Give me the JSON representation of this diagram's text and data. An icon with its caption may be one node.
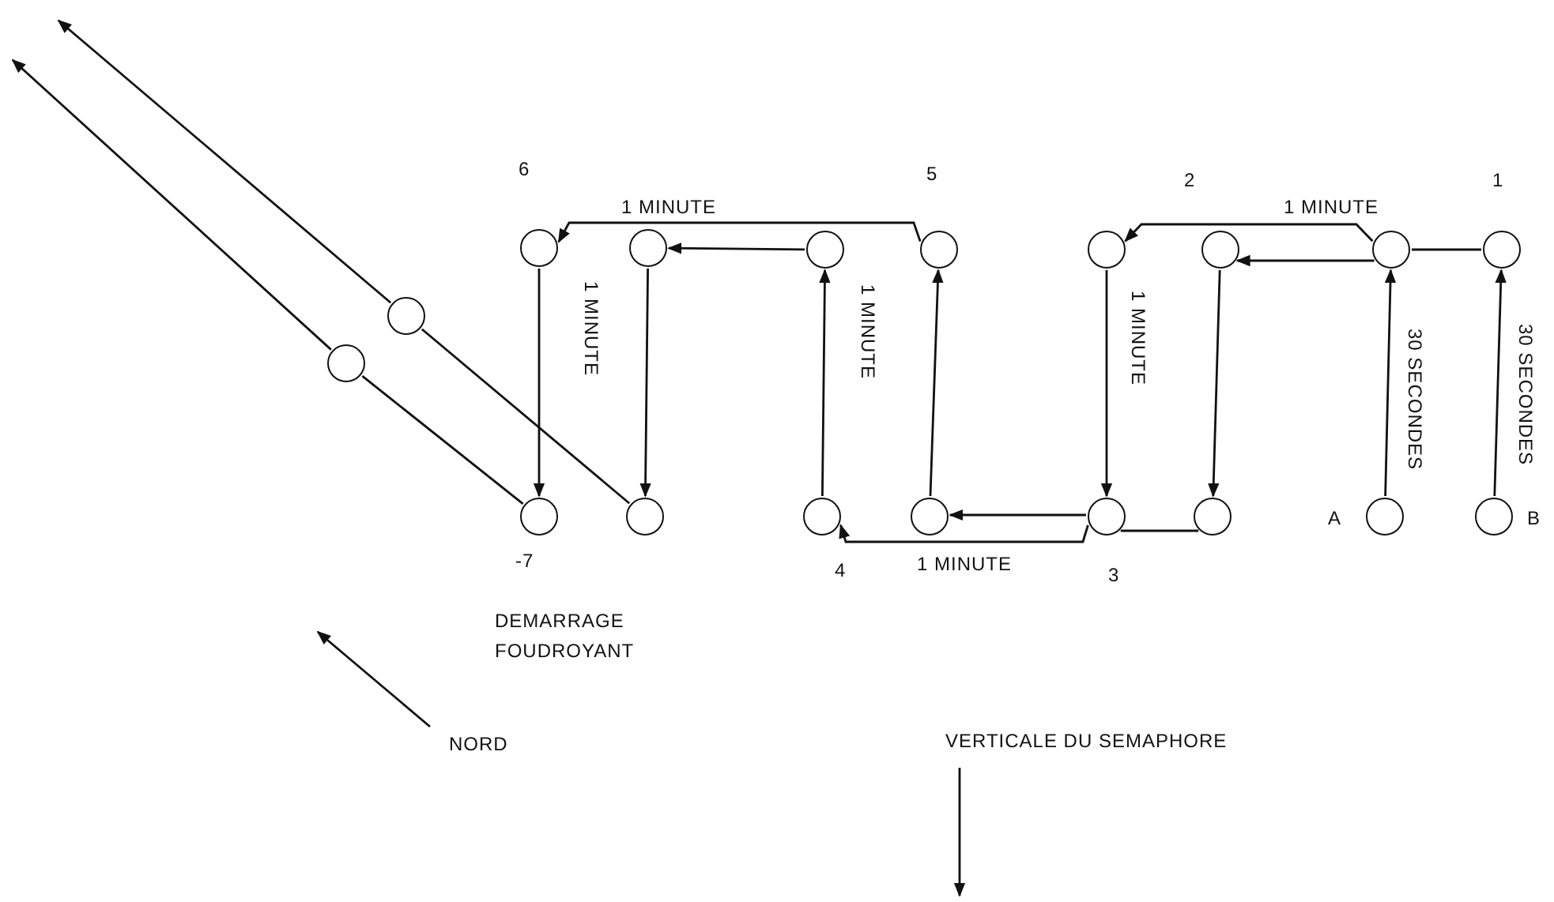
{
  "diagram": {
    "nodes": [
      {
        "text": [],
        "shape": "circle",
        "beside": [
          "6"
        ]
      },
      {
        "text": [],
        "shape": "circle"
      },
      {
        "text": [],
        "shape": "circle"
      },
      {
        "text": [],
        "shape": "circle",
        "beside": [
          "5"
        ]
      },
      {
        "text": [],
        "shape": "circle"
      },
      {
        "text": [],
        "shape": "circle",
        "beside": [
          "2"
        ]
      },
      {
        "text": [],
        "shape": "circle"
      },
      {
        "text": [],
        "shape": "circle",
        "beside": [
          "1"
        ]
      },
      {
        "text": [],
        "shape": "circle"
      },
      {
        "text": [],
        "shape": "circle"
      },
      {
        "text": [],
        "shape": "circle",
        "beside": [
          "-7",
          "DEMARRAGE FOUDROYANT"
        ]
      },
      {
        "text": [],
        "shape": "circle"
      },
      {
        "text": [],
        "shape": "circle",
        "beside": [
          "4"
        ]
      },
      {
        "text": [],
        "shape": "circle"
      },
      {
        "text": [],
        "shape": "circle",
        "beside": [
          "3"
        ]
      },
      {
        "text": [],
        "shape": "circle"
      },
      {
        "text": [],
        "shape": "circle",
        "beside": [
          "A"
        ]
      },
      {
        "text": [],
        "shape": "circle",
        "beside": [
          "B"
        ]
      }
    ],
    "edges": [
      {
        "from": 16,
        "to": 6,
        "arrow": "to",
        "label": "30 SECONDES"
      },
      {
        "from": 17,
        "to": 7,
        "arrow": "to",
        "label": "30 SECONDES"
      },
      {
        "from": 7,
        "to": 6,
        "arrow": "none"
      },
      {
        "from": 6,
        "to": 4,
        "arrow": "to",
        "label": "1 MINUTE"
      },
      {
        "from": 6,
        "to": 5,
        "arrow": "to"
      },
      {
        "from": 4,
        "to": 14,
        "arrow": "to",
        "label": "1 MINUTE"
      },
      {
        "from": 5,
        "to": 15,
        "arrow": "to"
      },
      {
        "from": 15,
        "to": 14,
        "arrow": "none"
      },
      {
        "from": 14,
        "to": 12,
        "arrow": "to",
        "label": "1 MINUTE"
      },
      {
        "from": 14,
        "to": 13,
        "arrow": "to"
      },
      {
        "from": 12,
        "to": 2,
        "arrow": "to",
        "label": "1 MINUTE"
      },
      {
        "from": 13,
        "to": 3,
        "arrow": "to"
      },
      {
        "from": 3,
        "to": 0,
        "arrow": "to",
        "label": "1 MINUTE"
      },
      {
        "from": 2,
        "to": 1,
        "arrow": "to"
      },
      {
        "from": 0,
        "to": 10,
        "arrow": "to",
        "label": "1 MINUTE"
      },
      {
        "from": 1,
        "to": 11,
        "arrow": "to"
      },
      {
        "from": 10,
        "to": 9,
        "arrow": "none"
      },
      {
        "from": 11,
        "to": 8,
        "arrow": "none"
      },
      {
        "from": 8,
        "to": null,
        "arrow": "to"
      },
      {
        "from": 9,
        "to": null,
        "arrow": "to"
      }
    ],
    "labels": [
      "NORD",
      "VERTICALE DU SEMAPHORE"
    ]
  }
}
